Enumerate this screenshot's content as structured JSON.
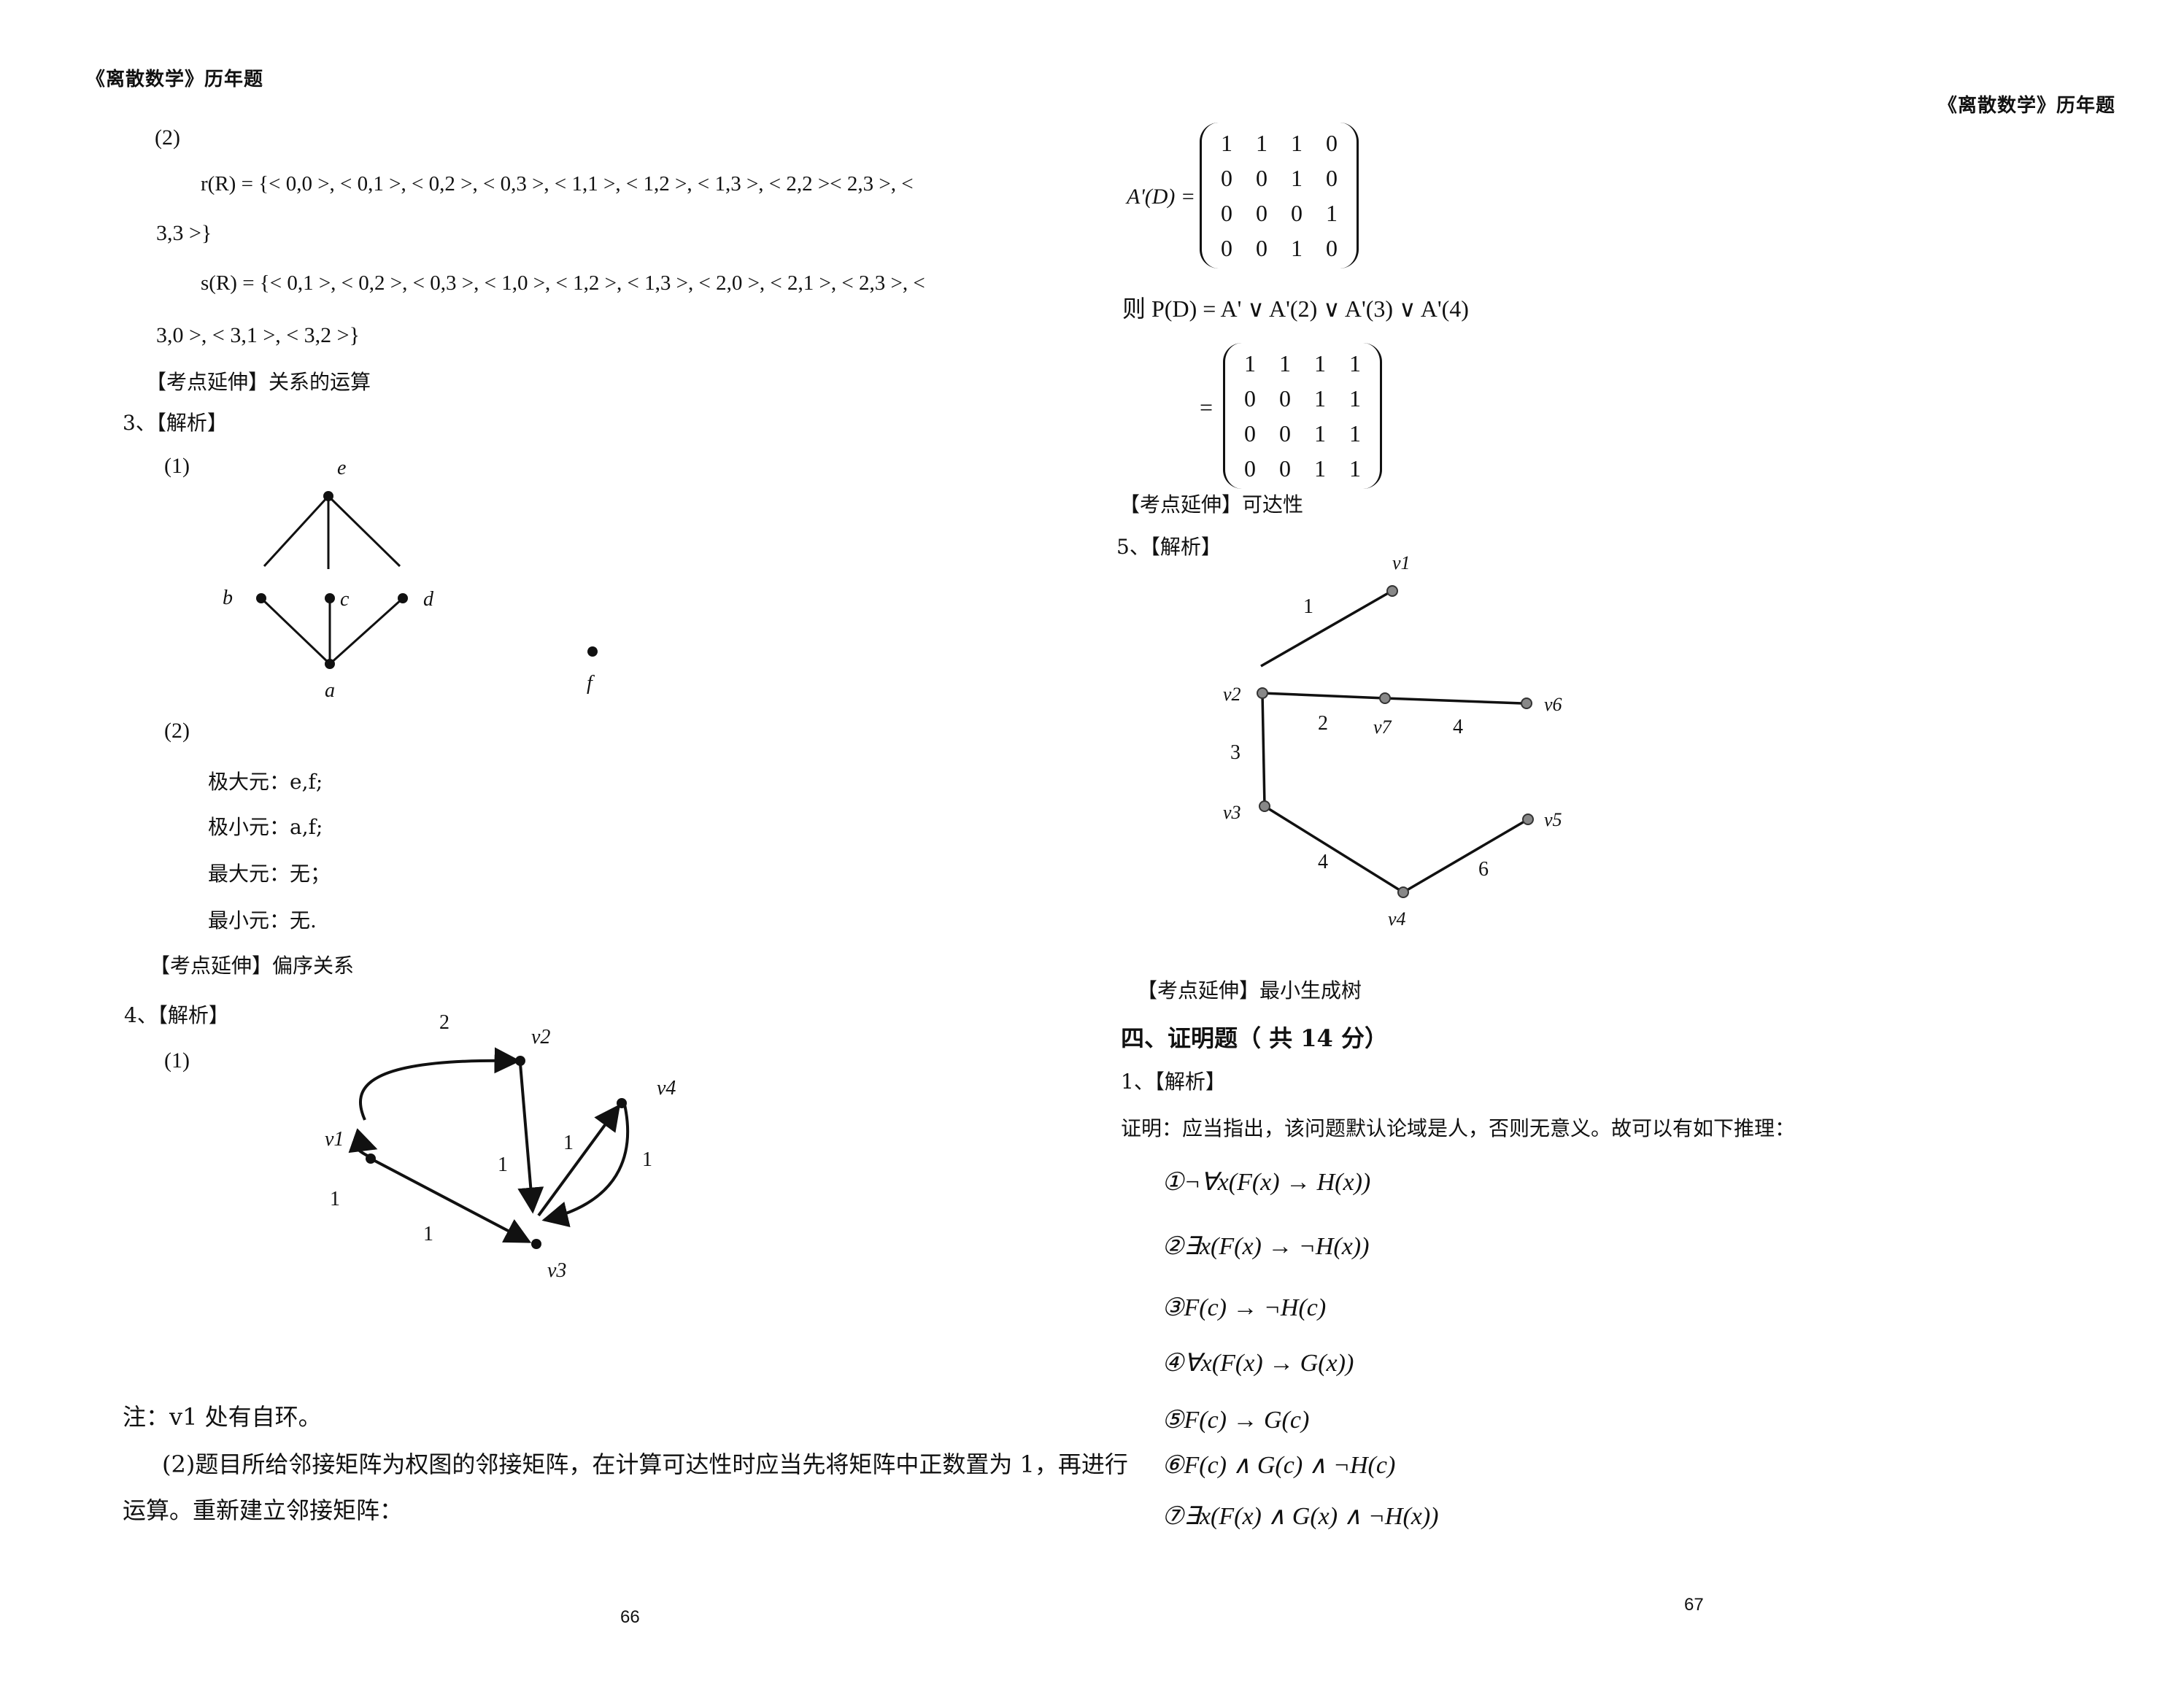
{
  "left": {
    "header": "《离散数学》历年题",
    "q2_label": "(2)",
    "rR": "r(R) = {< 0,0 >, < 0,1 >, < 0,2 >, < 0,3 >, < 1,1 >, < 1,2 >, < 1,3 >, < 2,2 >< 2,3 >, <",
    "rR_cont": "3,3 >}",
    "sR": "s(R) = {< 0,1 >, < 0,2 >, < 0,3 >, < 1,0 >, < 1,2 >, < 1,3 >, < 2,0 >, < 2,1 >, < 2,3 >, <",
    "sR_cont": "3,0 >, < 3,1 >, < 3,2 >}",
    "ext1": "【考点延伸】关系的运算",
    "q3_title": "3、【解析】",
    "q3_part1": "(1)",
    "hasse": {
      "e": "e",
      "b": "b",
      "c": "c",
      "d": "d",
      "a": "a",
      "f": "f"
    },
    "q3_part2": "(2)",
    "max_el": "极大元：e,f;",
    "min_el": "极小元：a,f;",
    "greatest": "最大元：无；",
    "least": "最小元：无.",
    "ext2": "【考点延伸】偏序关系",
    "q4_title": "4、【解析】",
    "q4_part1": "(1)",
    "graph": {
      "v1": "v1",
      "v2": "v2",
      "v3": "v3",
      "v4": "v4",
      "w_v1v2": "2",
      "w_v2v3": "1",
      "w_v3v4": "1",
      "w_v4v3": "1",
      "w_loop": "1",
      "w_v1v3": "1"
    },
    "note": "注：v1 处有自环。",
    "para1": "(2)题目所给邻接矩阵为权图的邻接矩阵，在计算可达性时应当先将矩阵中正数置为 1，再进行",
    "para2": "运算。重新建立邻接矩阵：",
    "page_number": "66"
  },
  "right": {
    "header": "《离散数学》历年题",
    "matrix_label": "A'(D) =",
    "matrix1": [
      [
        1,
        1,
        1,
        0
      ],
      [
        0,
        0,
        1,
        0
      ],
      [
        0,
        0,
        0,
        1
      ],
      [
        0,
        0,
        1,
        0
      ]
    ],
    "pd_formula": "则 P(D) = A' ∨ A'(2) ∨ A'(3) ∨ A'(4)",
    "eq_sign": "=",
    "matrix2": [
      [
        1,
        1,
        1,
        1
      ],
      [
        0,
        0,
        1,
        1
      ],
      [
        0,
        0,
        1,
        1
      ],
      [
        0,
        0,
        1,
        1
      ]
    ],
    "ext3": "【考点延伸】可达性",
    "q5_title": "5、【解析】",
    "tree": {
      "v1": "v1",
      "v2": "v2",
      "v3": "v3",
      "v4": "v4",
      "v5": "v5",
      "v6": "v6",
      "v7": "v7",
      "w_v2v1": "1",
      "w_v2v7": "2",
      "w_v7v6": "4",
      "w_v2v3": "3",
      "w_v3v4": "4",
      "w_v4v5": "6"
    },
    "ext4": "【考点延伸】最小生成树",
    "section4": "四、证明题（ 共 14 分）",
    "p1_title": "1、【解析】",
    "proof_intro": "证明：应当指出，该问题默认论域是人，否则无意义。故可以有如下推理：",
    "steps": [
      "①¬∀x(F(x) → H(x))",
      "②∃x(F(x) → ¬H(x))",
      "③F(c) → ¬H(c)",
      "④∀x(F(x) → G(x))",
      "⑤F(c) → G(c)",
      "⑥F(c) ∧ G(c) ∧ ¬H(c)",
      "⑦∃x(F(x) ∧ G(x) ∧ ¬H(x))"
    ],
    "page_number": "67"
  }
}
